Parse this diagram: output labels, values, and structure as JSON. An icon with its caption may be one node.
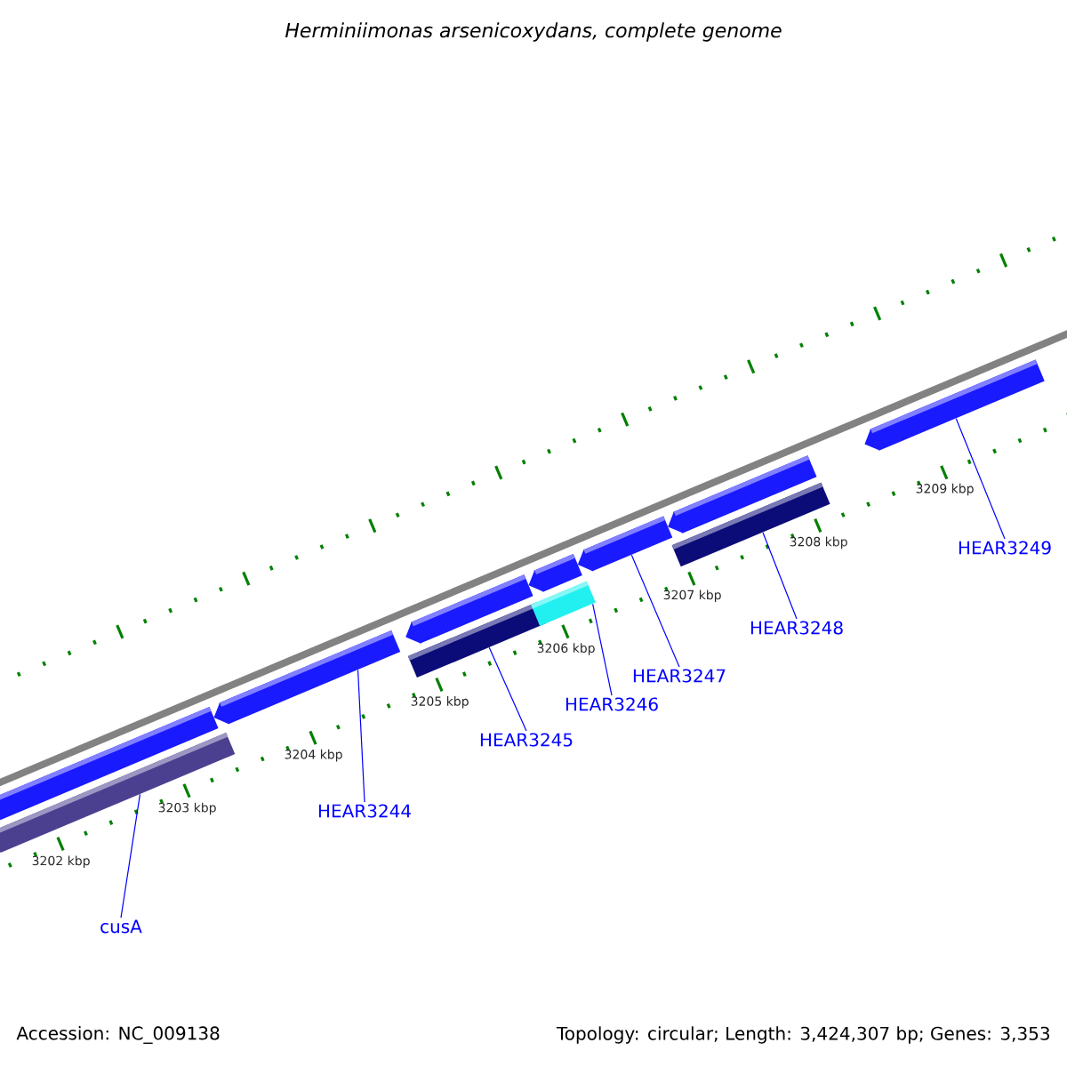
{
  "diagram": {
    "title": "Herminiimonas arsenicoxydans, complete genome",
    "nodes": [
      {
        "text": [],
        "shape": "bar"
      },
      {
        "text": [],
        "shape": "bar"
      },
      {
        "text": [],
        "shape": "bar"
      },
      {
        "text": [],
        "shape": "bar"
      },
      {
        "text": [],
        "shape": "bar"
      },
      {
        "text": [],
        "shape": "bar"
      },
      {
        "text": [],
        "shape": "bar"
      },
      {
        "text": [],
        "shape": "bar"
      },
      {
        "text": [],
        "shape": "bar"
      },
      {
        "text": [],
        "shape": "bar"
      },
      {
        "text": [],
        "shape": "bar"
      },
      {
        "text": [
          "cusA"
        ]
      },
      {
        "text": [
          "HEAR3244"
        ]
      },
      {
        "text": [
          "HEAR3245"
        ]
      },
      {
        "text": [
          "HEAR3246"
        ]
      },
      {
        "text": [
          "HEAR3247"
        ]
      },
      {
        "text": [
          "HEAR3248"
        ]
      },
      {
        "text": [
          "HEAR3249"
        ]
      }
    ],
    "edges": [
      {
        "from": 11,
        "to": 1,
        "arrow": "none"
      },
      {
        "from": 12,
        "to": 2,
        "arrow": "none"
      },
      {
        "from": 13,
        "to": 3,
        "arrow": "none"
      },
      {
        "from": 14,
        "to": 5,
        "arrow": "none"
      },
      {
        "from": 15,
        "to": 7,
        "arrow": "none"
      },
      {
        "from": 16,
        "to": 9,
        "arrow": "none"
      },
      {
        "from": 17,
        "to": 10,
        "arrow": "none"
      }
    ],
    "labels": [
      "3202 kbp",
      "3203 kbp",
      "3204 kbp",
      "3205 kbp",
      "3206 kbp",
      "3207 kbp",
      "3208 kbp",
      "3209 kbp",
      "Accession: NC_009138",
      "Topology: circular; Length: 3,424,307 bp; Genes: 3,353"
    ]
  }
}
